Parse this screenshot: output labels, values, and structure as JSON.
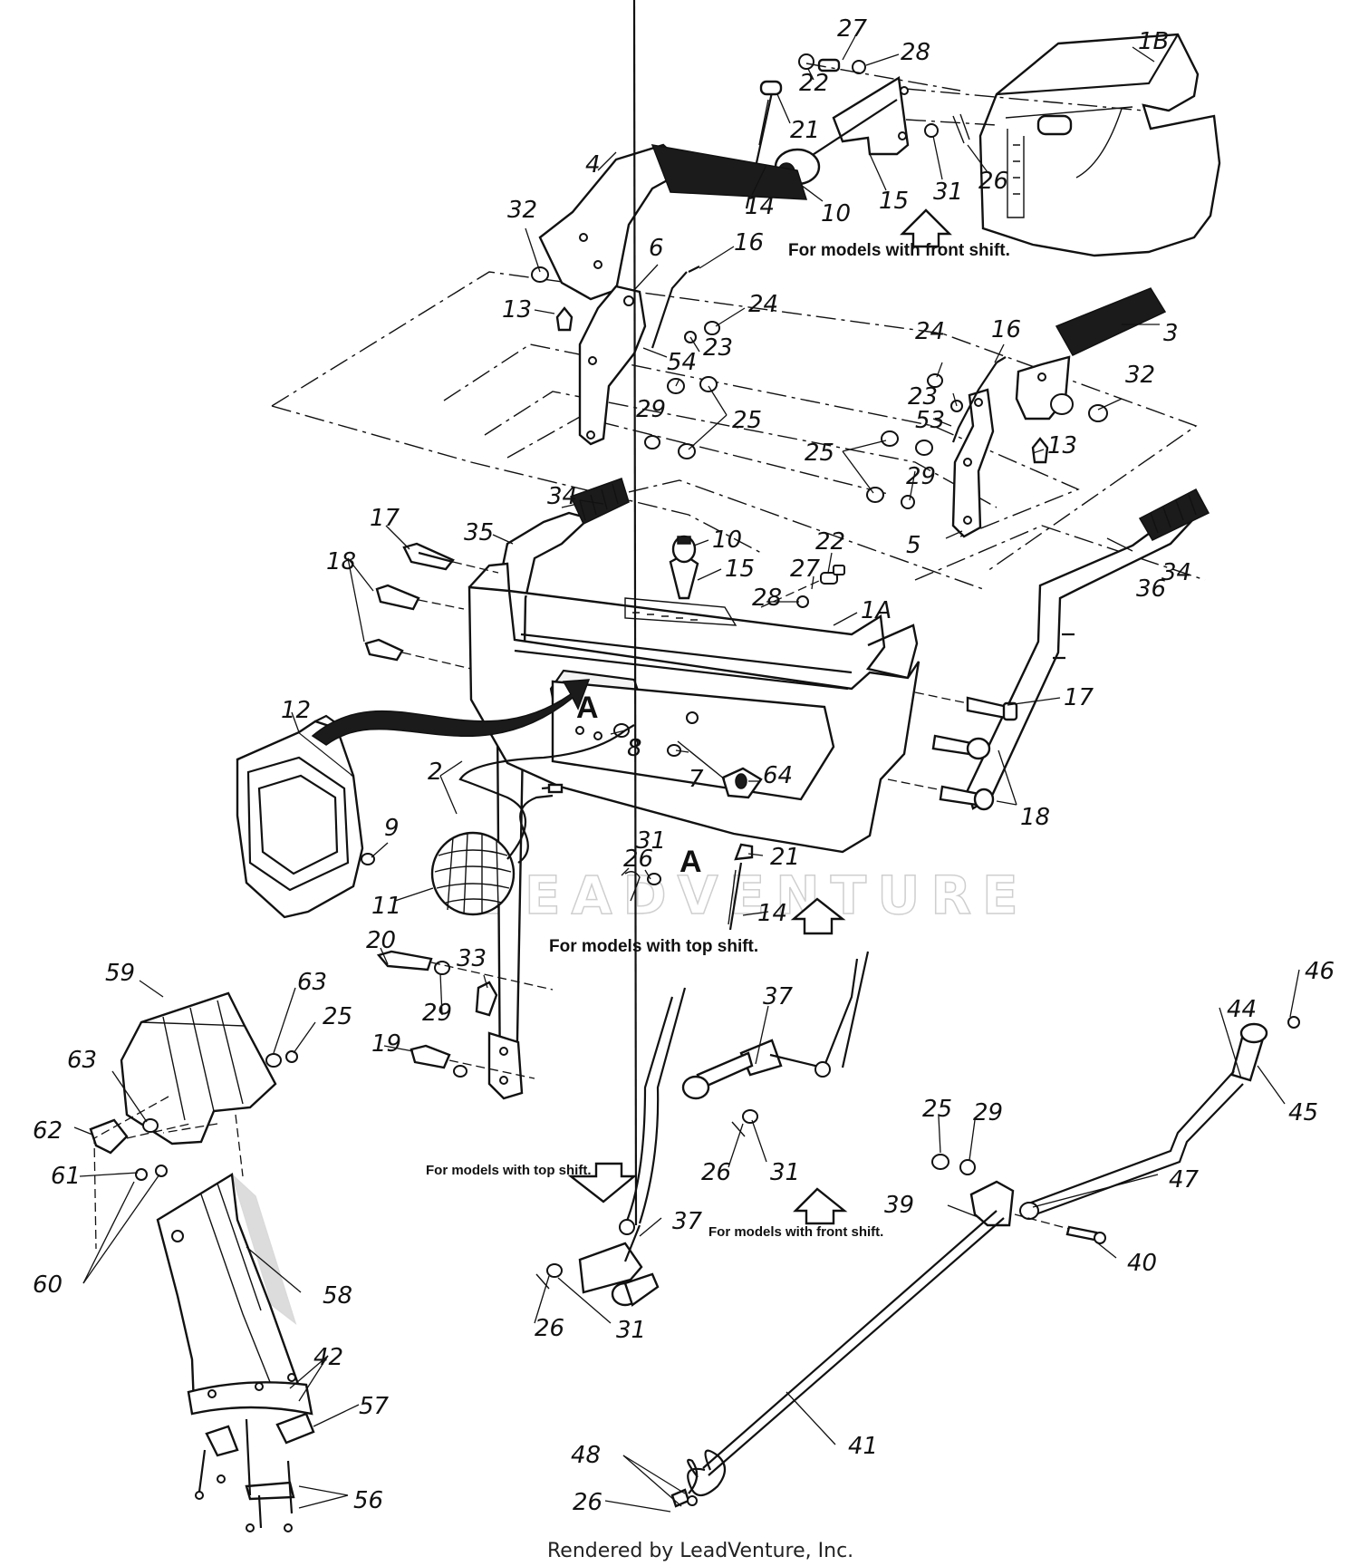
{
  "diagram": {
    "callouts": [
      {
        "id": "c-1B",
        "text": "1B"
      },
      {
        "id": "c-27a",
        "text": "27"
      },
      {
        "id": "c-28a",
        "text": "28"
      },
      {
        "id": "c-22a",
        "text": "22"
      },
      {
        "id": "c-21a",
        "text": "21"
      },
      {
        "id": "c-31a",
        "text": "31"
      },
      {
        "id": "c-26a",
        "text": "26"
      },
      {
        "id": "c-14a",
        "text": "14"
      },
      {
        "id": "c-10a",
        "text": "10"
      },
      {
        "id": "c-15a",
        "text": "15"
      },
      {
        "id": "c-4",
        "text": "4"
      },
      {
        "id": "c-32a",
        "text": "32"
      },
      {
        "id": "c-6",
        "text": "6"
      },
      {
        "id": "c-16a",
        "text": "16"
      },
      {
        "id": "c-13a",
        "text": "13"
      },
      {
        "id": "c-24a",
        "text": "24"
      },
      {
        "id": "c-23a",
        "text": "23"
      },
      {
        "id": "c-54",
        "text": "54"
      },
      {
        "id": "c-29a",
        "text": "29"
      },
      {
        "id": "c-25a",
        "text": "25"
      },
      {
        "id": "c-24b",
        "text": "24"
      },
      {
        "id": "c-16b",
        "text": "16"
      },
      {
        "id": "c-3",
        "text": "3"
      },
      {
        "id": "c-32b",
        "text": "32"
      },
      {
        "id": "c-23b",
        "text": "23"
      },
      {
        "id": "c-53",
        "text": "53"
      },
      {
        "id": "c-13b",
        "text": "13"
      },
      {
        "id": "c-25b",
        "text": "25"
      },
      {
        "id": "c-29b",
        "text": "29"
      },
      {
        "id": "c-5",
        "text": "5"
      },
      {
        "id": "c-34a",
        "text": "34"
      },
      {
        "id": "c-35",
        "text": "35"
      },
      {
        "id": "c-17a",
        "text": "17"
      },
      {
        "id": "c-18a",
        "text": "18"
      },
      {
        "id": "c-10b",
        "text": "10"
      },
      {
        "id": "c-15b",
        "text": "15"
      },
      {
        "id": "c-22b",
        "text": "22"
      },
      {
        "id": "c-27b",
        "text": "27"
      },
      {
        "id": "c-28b",
        "text": "28"
      },
      {
        "id": "c-1A",
        "text": "1A"
      },
      {
        "id": "c-36",
        "text": "36"
      },
      {
        "id": "c-34b",
        "text": "34"
      },
      {
        "id": "c-17b",
        "text": "17"
      },
      {
        "id": "c-18b",
        "text": "18"
      },
      {
        "id": "c-12",
        "text": "12"
      },
      {
        "id": "c-8",
        "text": "8"
      },
      {
        "id": "c-7",
        "text": "7"
      },
      {
        "id": "c-64",
        "text": "64"
      },
      {
        "id": "c-2",
        "text": "2"
      },
      {
        "id": "c-9",
        "text": "9"
      },
      {
        "id": "c-11",
        "text": "11"
      },
      {
        "id": "c-26b",
        "text": "26"
      },
      {
        "id": "c-31b",
        "text": "31"
      },
      {
        "id": "c-21b",
        "text": "21"
      },
      {
        "id": "c-14b",
        "text": "14"
      },
      {
        "id": "c-20",
        "text": "20"
      },
      {
        "id": "c-33",
        "text": "33"
      },
      {
        "id": "c-29c",
        "text": "29"
      },
      {
        "id": "c-19",
        "text": "19"
      },
      {
        "id": "c-59",
        "text": "59"
      },
      {
        "id": "c-63a",
        "text": "63"
      },
      {
        "id": "c-25c",
        "text": "25"
      },
      {
        "id": "c-63b",
        "text": "63"
      },
      {
        "id": "c-62",
        "text": "62"
      },
      {
        "id": "c-61",
        "text": "61"
      },
      {
        "id": "c-60",
        "text": "60"
      },
      {
        "id": "c-58",
        "text": "58"
      },
      {
        "id": "c-42",
        "text": "42"
      },
      {
        "id": "c-57",
        "text": "57"
      },
      {
        "id": "c-56",
        "text": "56"
      },
      {
        "id": "c-37a",
        "text": "37"
      },
      {
        "id": "c-26c",
        "text": "26"
      },
      {
        "id": "c-31c",
        "text": "31"
      },
      {
        "id": "c-37b",
        "text": "37"
      },
      {
        "id": "c-26d",
        "text": "26"
      },
      {
        "id": "c-31d",
        "text": "31"
      },
      {
        "id": "c-25d",
        "text": "25"
      },
      {
        "id": "c-29d",
        "text": "29"
      },
      {
        "id": "c-46",
        "text": "46"
      },
      {
        "id": "c-44",
        "text": "44"
      },
      {
        "id": "c-45",
        "text": "45"
      },
      {
        "id": "c-47",
        "text": "47"
      },
      {
        "id": "c-39",
        "text": "39"
      },
      {
        "id": "c-40",
        "text": "40"
      },
      {
        "id": "c-41",
        "text": "41"
      },
      {
        "id": "c-48",
        "text": "48"
      },
      {
        "id": "c-26e",
        "text": "26"
      }
    ],
    "notes": {
      "front_shift_top": "For models with front shift.",
      "top_shift_main": "For models with top shift.",
      "top_shift_small": "For models with top shift.",
      "front_shift_small": "For models with front shift."
    },
    "markers": {
      "a_upper": "A",
      "a_lower": "A"
    },
    "watermark": "LEADVENTURE",
    "footer": "Rendered by LeadVenture, Inc."
  }
}
